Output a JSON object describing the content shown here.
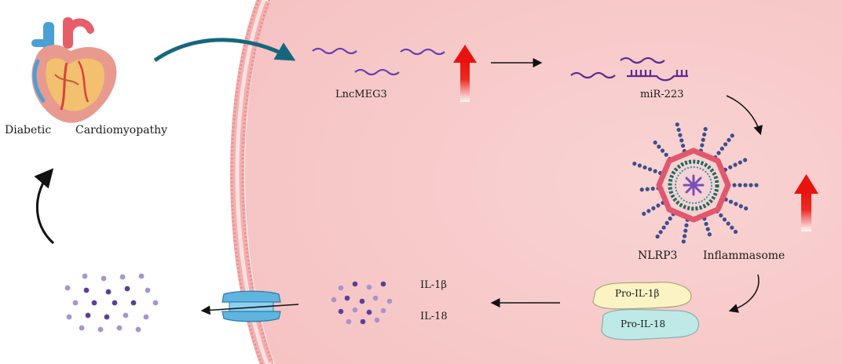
{
  "labels": {
    "diabetic": "Diabetic",
    "cardiomyopathy": "Cardiomyopathy",
    "lncmeg3": "LncMEG3",
    "mir223": "miR-223",
    "nlrp3": "NLRP3",
    "inflammasome": "Inflammasome",
    "pro_il1b": "Pro-IL-1β",
    "pro_il18": "Pro-IL-18",
    "il1b": "IL-1β",
    "il18": "IL-18"
  },
  "colors": {
    "cell_interior": "#f8c9c9",
    "membrane": "#f4a7a7",
    "up_arrow": "#e8130f",
    "rna": "#6a3fb0",
    "mir_duplex": "#5a2c8f",
    "inflammasome_chain": "#3d4e8c",
    "inflammasome_pink": "#e0576e",
    "inflammasome_ring": "#1e6b5c",
    "inflammasome_core": "#7b4fb5",
    "pro_il1b_fill": "#fbf3c4",
    "pro_il18_fill": "#bfe9e6",
    "cytokine_dark": "#5a3f9a",
    "cytokine_light": "#a794cf",
    "channel": "#5fb4e0",
    "teal_arrow": "#15677d",
    "black_arrow": "#111111"
  },
  "icons": [
    "heart-icon",
    "up-arrow-icon",
    "inflammasome-icon",
    "ion-channel-icon",
    "cytokine-cluster-icon"
  ]
}
